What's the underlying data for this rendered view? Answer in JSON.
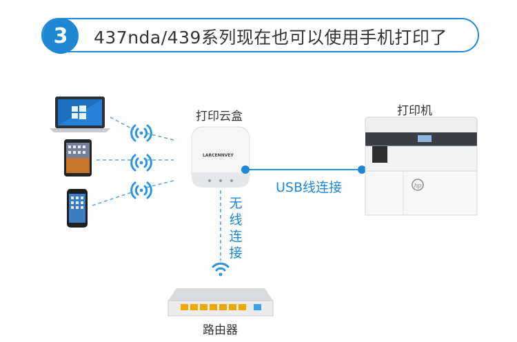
{
  "header": {
    "step_number": "3",
    "title": "437nda/439系列现在也可以使用手机打印了"
  },
  "nodes": {
    "cloud_box_label": "打印云盒",
    "printer_label": "打印机",
    "router_label": "路由器",
    "cloud_box_brand": "LARCENNVEY"
  },
  "links": {
    "usb_label": "USB线连接",
    "wireless_label": "无线连接",
    "wireless_chars": [
      "无",
      "线",
      "连",
      "接"
    ]
  },
  "devices": [
    "laptop",
    "tablet",
    "phone"
  ],
  "colors": {
    "accent": "#1f88d4",
    "dashed_line": "#5aa7e0",
    "text": "#333333"
  }
}
